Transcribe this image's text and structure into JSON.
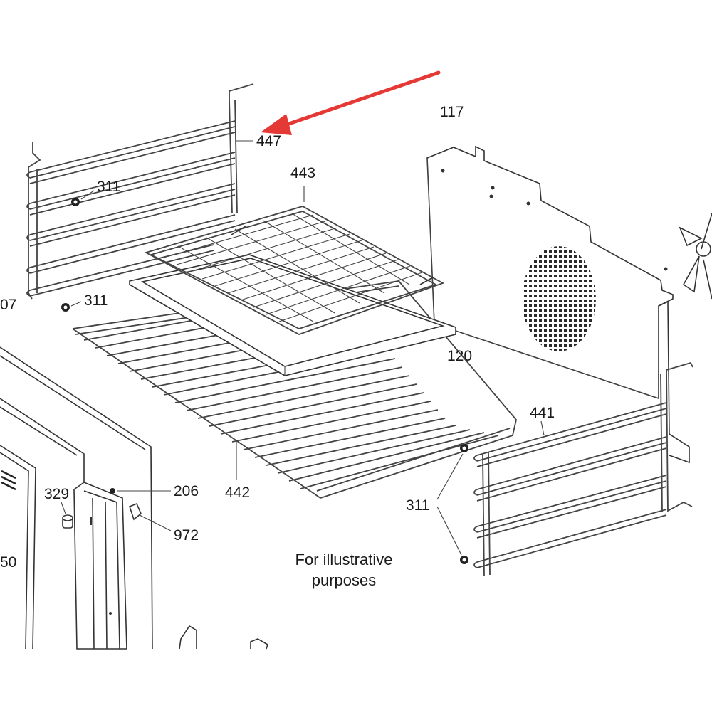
{
  "labels": {
    "l447": "447",
    "l443": "443",
    "l117": "117",
    "l311a": "311",
    "l311b": "311",
    "l311c": "311",
    "l307": "07",
    "l120": "120",
    "l441": "441",
    "l442": "442",
    "l206": "206",
    "l329": "329",
    "l972": "972",
    "l50": "50"
  },
  "note": {
    "line1": "For illustrative",
    "line2": "purposes"
  },
  "colors": {
    "arrow": "#e53935",
    "line": "#333333",
    "grille": "#2a2a2a"
  }
}
